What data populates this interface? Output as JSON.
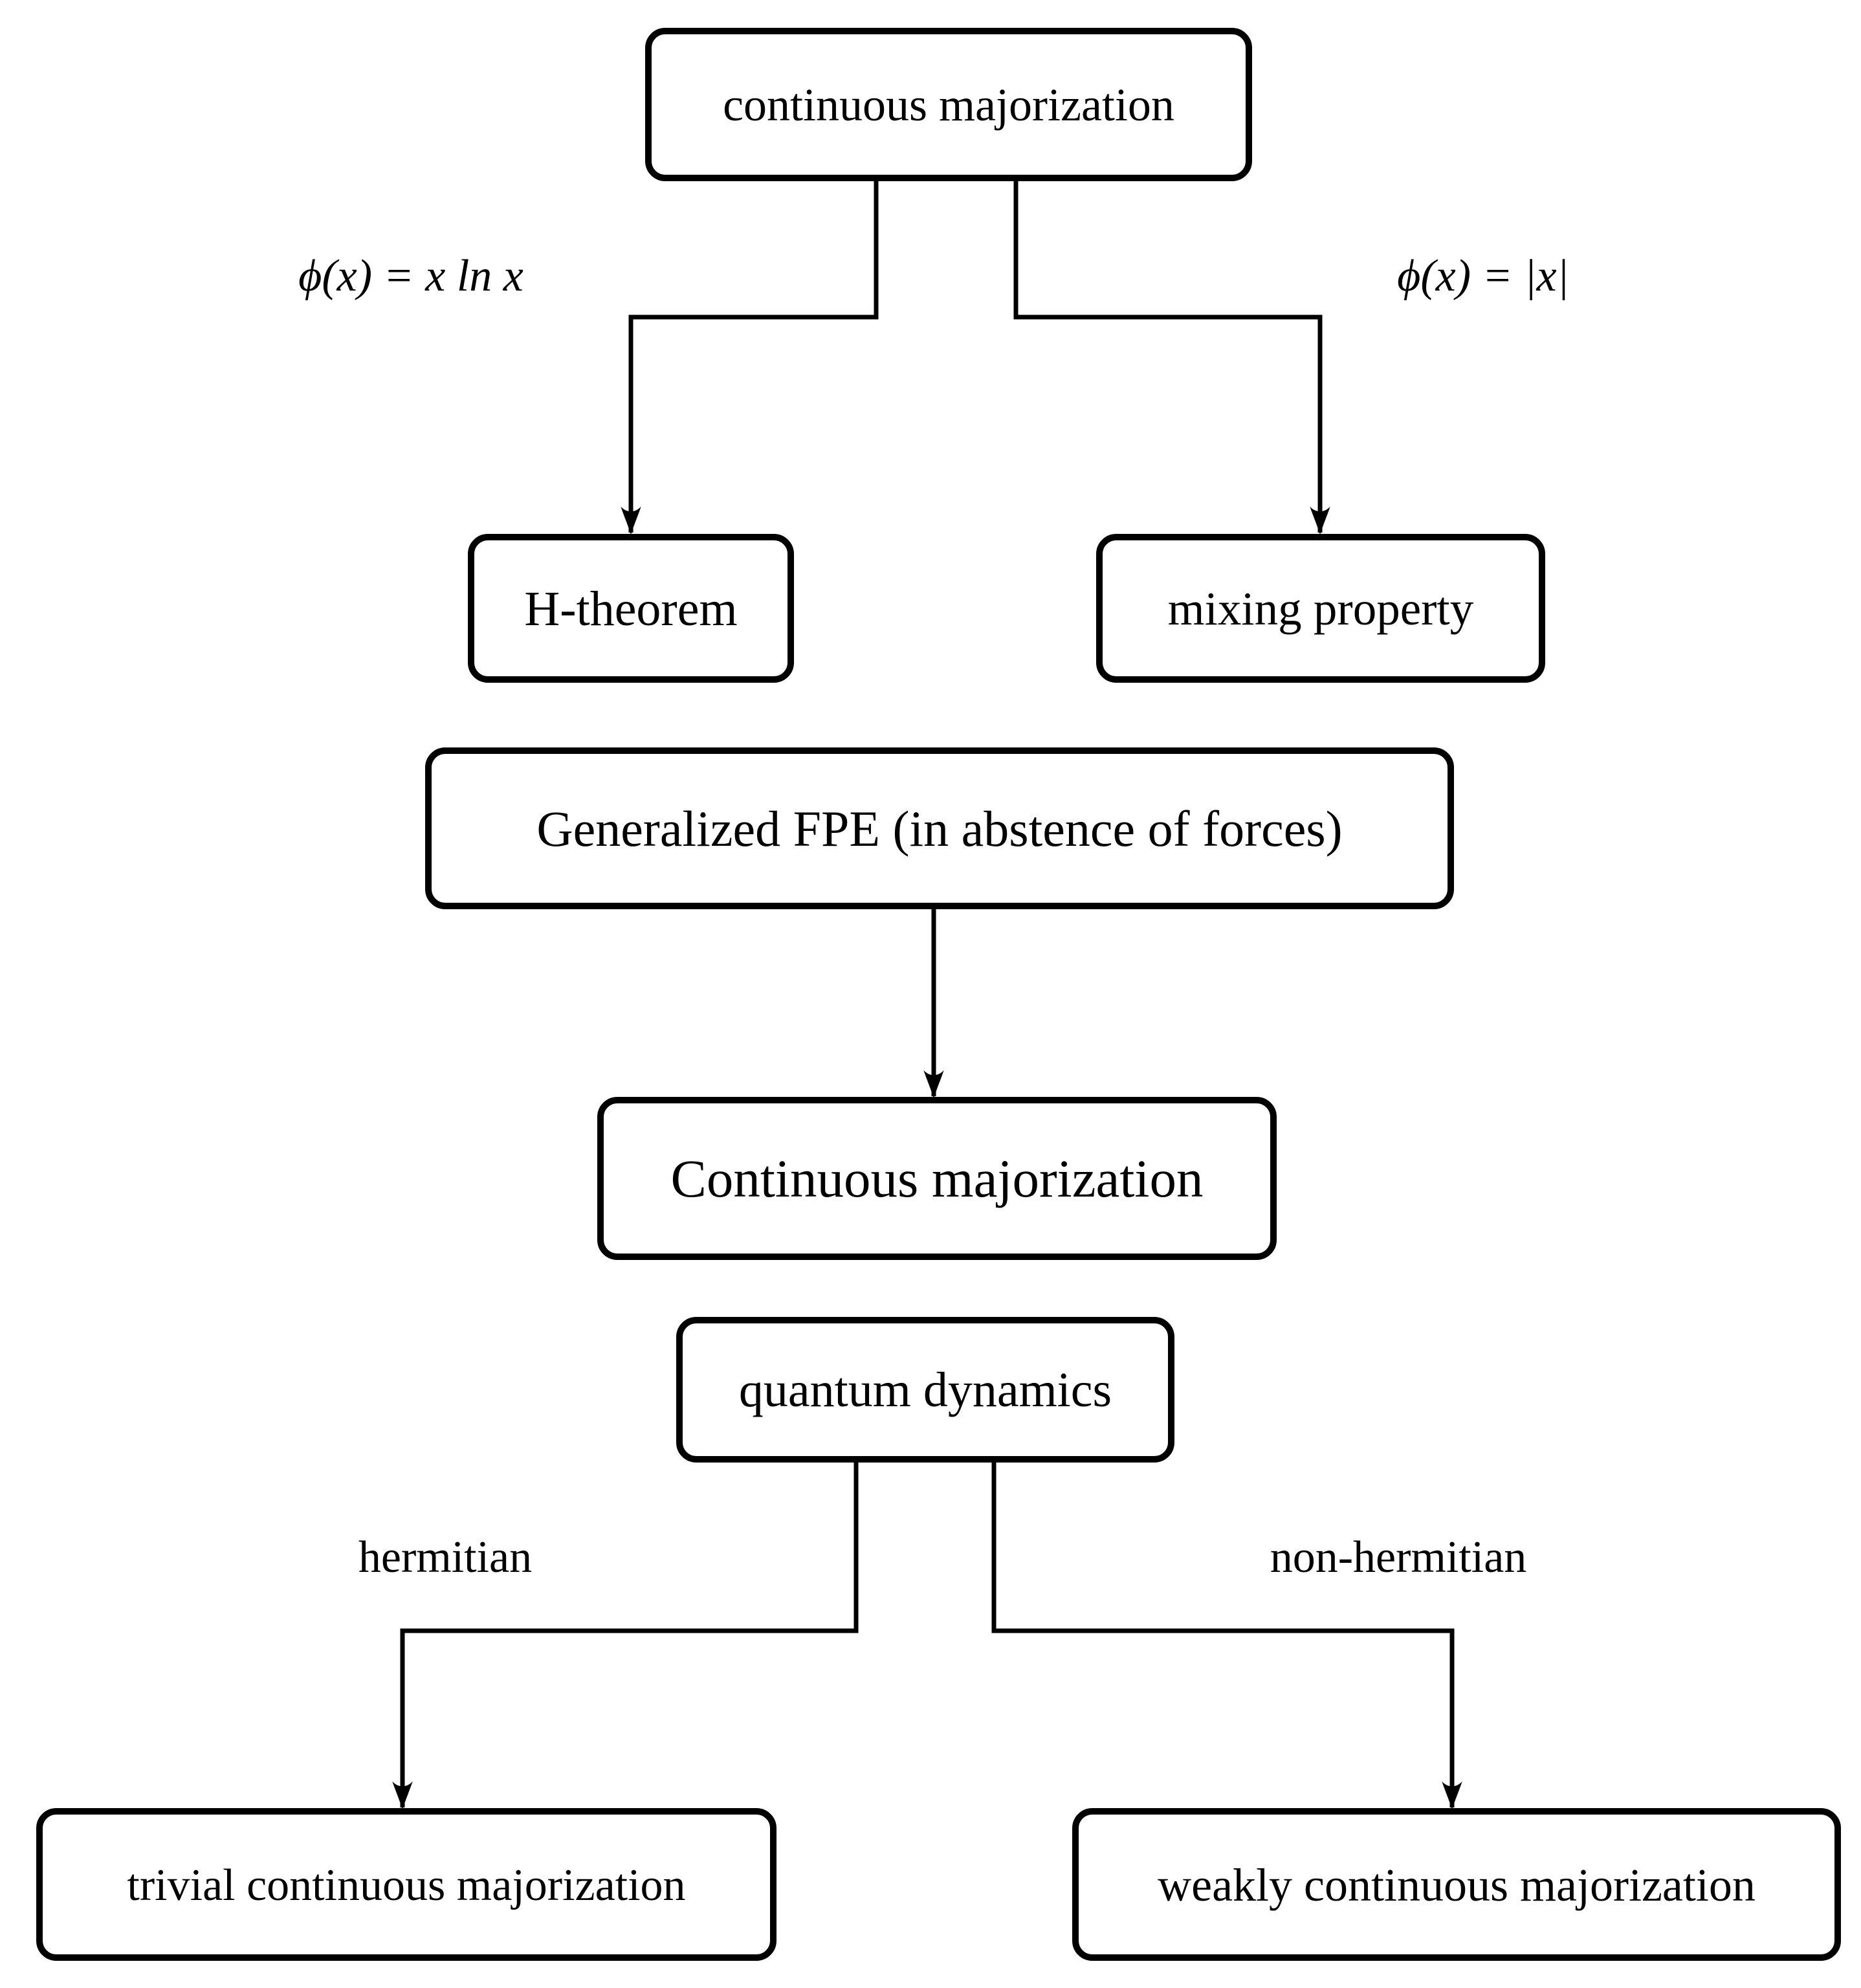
{
  "diagram": {
    "colors": {
      "background": "#ffffff",
      "line": "#000000",
      "text": "#000000"
    },
    "nodes": {
      "continuous_majorization_top": {
        "label": "continuous majorization"
      },
      "h_theorem": {
        "label": "H-theorem"
      },
      "mixing_property": {
        "label": "mixing property"
      },
      "generalized_fpe": {
        "label": "Generalized FPE (in abstence of forces)"
      },
      "continuous_majorization": {
        "label": "Continuous majorization"
      },
      "quantum_dynamics": {
        "label": "quantum dynamics"
      },
      "trivial_continuous_majorization": {
        "label": "trivial continuous majorization"
      },
      "weakly_continuous_majorization": {
        "label": "weakly continuous majorization"
      }
    },
    "edge_labels": {
      "phi_x_ln_x": {
        "label": "ϕ(x) = x ln x"
      },
      "phi_abs_x": {
        "label": "ϕ(x) = |x|"
      },
      "hermitian": {
        "label": "hermitian"
      },
      "non_hermitian": {
        "label": "non-hermitian"
      }
    }
  }
}
